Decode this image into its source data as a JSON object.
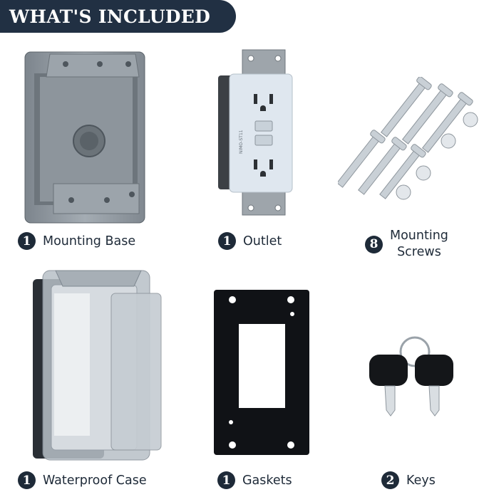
{
  "header": {
    "title": "WHAT'S INCLUDED"
  },
  "items": [
    {
      "count": "1",
      "label": "Mounting Base",
      "image": "metal-box-icon"
    },
    {
      "count": "1",
      "label": "Outlet",
      "image": "gfci-outlet-icon"
    },
    {
      "count": "8",
      "label_line1": "Mounting",
      "label_line2": "Screws",
      "image": "screws-icon"
    },
    {
      "count": "1",
      "label": "Waterproof Case",
      "image": "clear-cover-icon"
    },
    {
      "count": "1",
      "label": "Gaskets",
      "image": "gasket-icon"
    },
    {
      "count": "2",
      "label": "Keys",
      "image": "keys-icon"
    }
  ],
  "outlet_print": "NIMO-ST11",
  "colors": {
    "header_bg": "#213043",
    "badge_bg": "#1e2a38",
    "text": "#1e2a38"
  }
}
